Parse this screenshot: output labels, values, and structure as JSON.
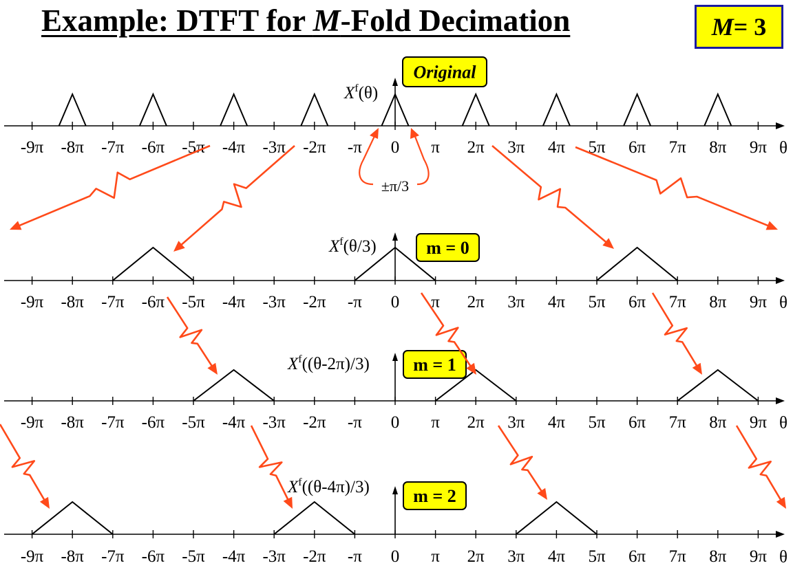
{
  "title": {
    "prefix": "Example: DTFT for ",
    "var": "M",
    "suffix": "-Fold Decimation"
  },
  "m_box": {
    "var": "M",
    "rest": " = 3"
  },
  "colors": {
    "arrow": "#ff4a1a",
    "highlight": "#ffff00",
    "box_border": "#1a1aa0",
    "line": "#000000"
  },
  "tick_labels": [
    "-9π",
    "-8π",
    "-7π",
    "-6π",
    "-5π",
    "-4π",
    "-3π",
    "-2π",
    "-π",
    "0",
    "π",
    "2π",
    "3π",
    "4π",
    "5π",
    "6π",
    "7π",
    "8π",
    "9π"
  ],
  "axis_var": "θ",
  "annotation": "±π/3",
  "rows": [
    {
      "func_label": "(θ)",
      "tag": {
        "text": "Original",
        "italic": true
      },
      "triangles": [
        {
          "center": -8,
          "half_width": 0.3333
        },
        {
          "center": -6,
          "half_width": 0.3333
        },
        {
          "center": -4,
          "half_width": 0.3333
        },
        {
          "center": -2,
          "half_width": 0.3333
        },
        {
          "center": 0,
          "half_width": 0.3333
        },
        {
          "center": 2,
          "half_width": 0.3333
        },
        {
          "center": 4,
          "half_width": 0.3333
        },
        {
          "center": 6,
          "half_width": 0.3333
        },
        {
          "center": 8,
          "half_width": 0.3333
        }
      ]
    },
    {
      "func_label": "(θ/3)",
      "tag": {
        "text": "m = 0",
        "italic": false
      },
      "triangles": [
        {
          "center": -6,
          "half_width": 1
        },
        {
          "center": 0,
          "half_width": 1
        },
        {
          "center": 6,
          "half_width": 1
        }
      ]
    },
    {
      "func_label": "((θ-2π)/3)",
      "tag": {
        "text": "m = 1",
        "italic": false
      },
      "triangles": [
        {
          "center": -4,
          "half_width": 1
        },
        {
          "center": 2,
          "half_width": 1
        },
        {
          "center": 8,
          "half_width": 1
        }
      ]
    },
    {
      "func_label": "((θ-4π)/3)",
      "tag": {
        "text": "m = 2",
        "italic": false
      },
      "triangles": [
        {
          "center": -8,
          "half_width": 1
        },
        {
          "center": -2,
          "half_width": 1
        },
        {
          "center": 4,
          "half_width": 1
        }
      ]
    }
  ]
}
